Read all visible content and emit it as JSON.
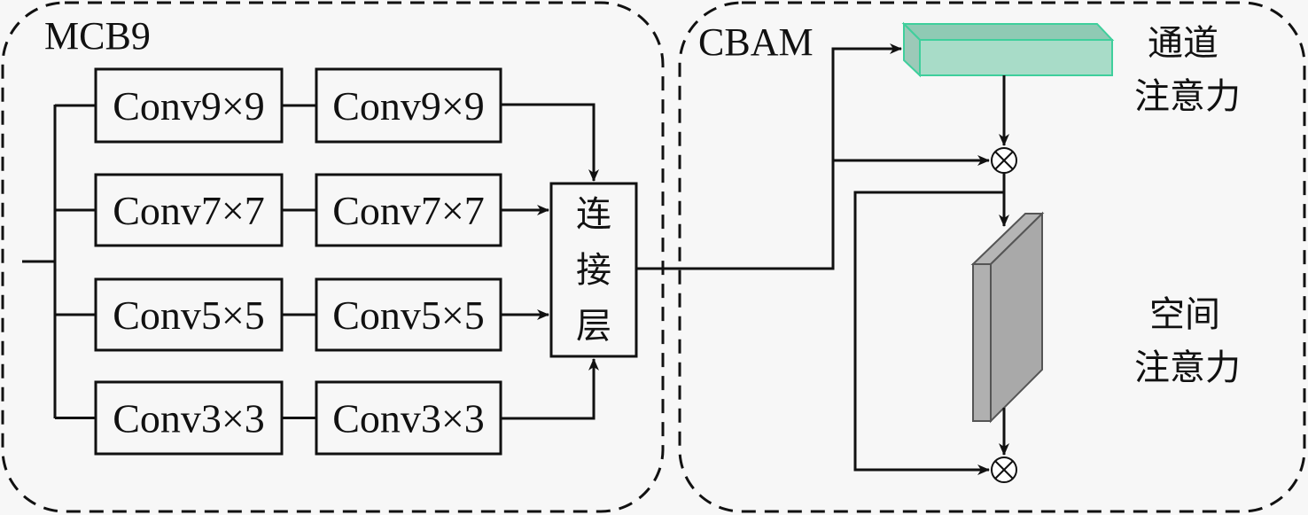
{
  "mcb": {
    "title": "MCB9",
    "rows": [
      {
        "conv_a": "Conv9×9",
        "conv_b": "Conv9×9"
      },
      {
        "conv_a": "Conv7×7",
        "conv_b": "Conv7×7"
      },
      {
        "conv_a": "Conv5×5",
        "conv_b": "Conv5×5"
      },
      {
        "conv_a": "Conv3×3",
        "conv_b": "Conv3×3"
      }
    ],
    "concat_chars": [
      "连",
      "接",
      "层"
    ]
  },
  "cbam": {
    "title": "CBAM",
    "channel_label": [
      "通道",
      "注意力"
    ],
    "spatial_label": [
      "空间",
      "注意力"
    ],
    "multiply_symbol": "⊗",
    "colors": {
      "channel_block": "#a8dcc8",
      "channel_edge": "#3fcf9c",
      "spatial_block": "#a9a9a9",
      "spatial_edge": "#555555"
    }
  }
}
